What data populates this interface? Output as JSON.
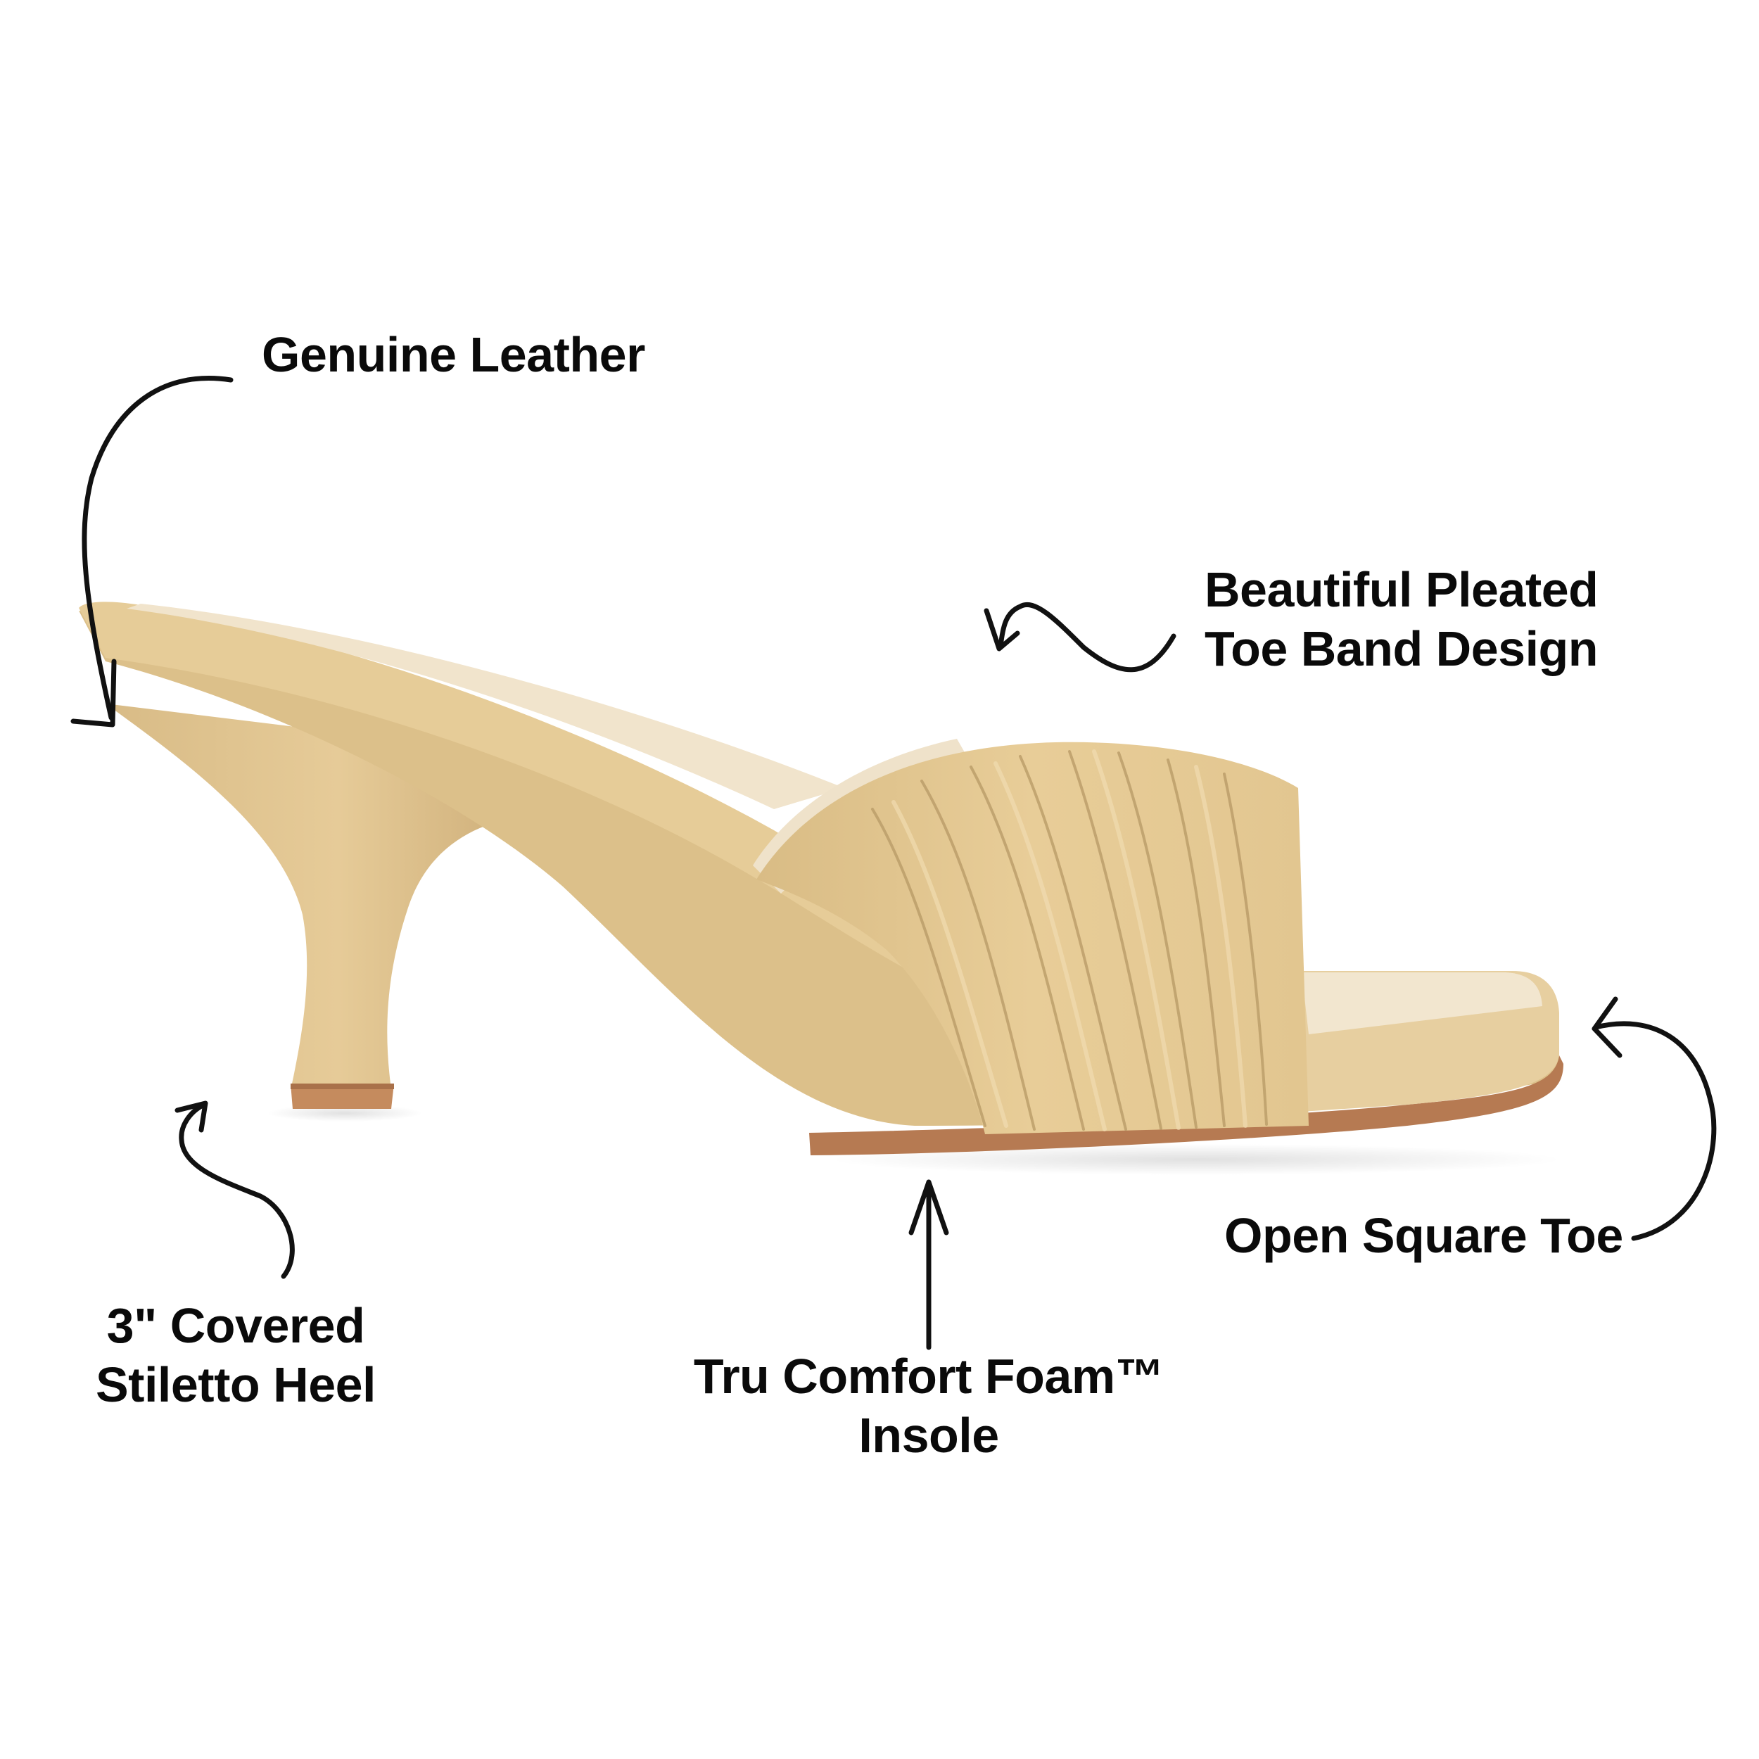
{
  "product": {
    "type": "square toe mule sandal",
    "colors": {
      "leather": "#E3C893",
      "leather_shadow": "#C9AC78",
      "leather_highlight": "#F0DCB2",
      "insole": "#F1E4CC",
      "sole_edge": "#B67A52",
      "heel_cap": "#C58B5E",
      "ink": "#111111"
    }
  },
  "callouts": {
    "genuine_leather": {
      "line1": "Genuine Leather"
    },
    "pleated_band": {
      "line1": "Beautiful Pleated",
      "line2": "Toe Band Design"
    },
    "stiletto_heel": {
      "line1": "3\" Covered",
      "line2": "Stiletto Heel"
    },
    "insole": {
      "line1": "Tru Comfort Foam™",
      "line2": "Insole"
    },
    "square_toe": {
      "line1": "Open Square Toe"
    }
  }
}
